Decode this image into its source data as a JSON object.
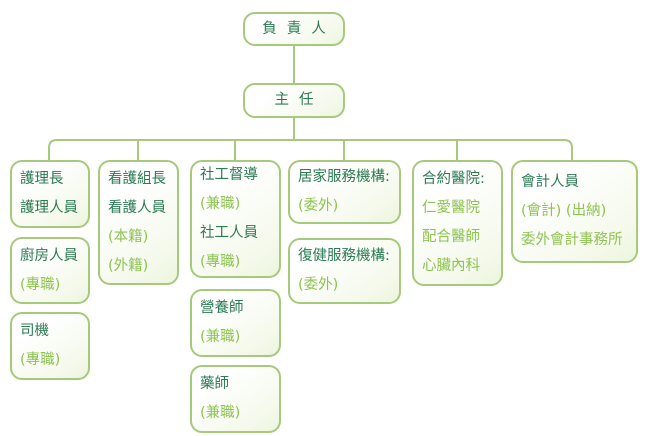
{
  "palette": {
    "border": "#a6c97c",
    "line": "#a6c97c",
    "dark_text": "#2c7b53",
    "light_text": "#8ec453",
    "box_fill_top": "#ffffff",
    "box_fill_bottom": "#ecf5dd",
    "background": "#ffffff"
  },
  "org": {
    "nodes": {
      "owner": {
        "lines": [
          "負責人"
        ]
      },
      "director": {
        "lines": [
          "主任"
        ]
      },
      "nursing": {
        "lines": [
          "護理長",
          "護理人員"
        ]
      },
      "kitchen": {
        "lines": [
          "廚房人員",
          "(專職)"
        ]
      },
      "driver": {
        "lines": [
          "司機",
          "(專職)"
        ]
      },
      "caregivers": {
        "lines": [
          "看護組長",
          "看護人員",
          "(本籍)",
          "(外籍)"
        ]
      },
      "social_work": {
        "lines": [
          "社工督導",
          "(兼職)",
          "社工人員",
          "(專職)"
        ]
      },
      "dietitian": {
        "lines": [
          "營養師",
          "(兼職)"
        ]
      },
      "pharmacist": {
        "lines": [
          "藥師",
          "(兼職)"
        ]
      },
      "homecare": {
        "lines": [
          "居家服務機構:",
          "(委外)"
        ]
      },
      "rehab": {
        "lines": [
          "復健服務機構:",
          "(委外)"
        ]
      },
      "hospital": {
        "lines": [
          "合約醫院:",
          "仁愛醫院",
          "配合醫師",
          "心臟內科"
        ]
      },
      "accounting": {
        "lines": [
          "會計人員",
          "(會計) (出納)",
          "委外會計事務所"
        ]
      }
    }
  }
}
